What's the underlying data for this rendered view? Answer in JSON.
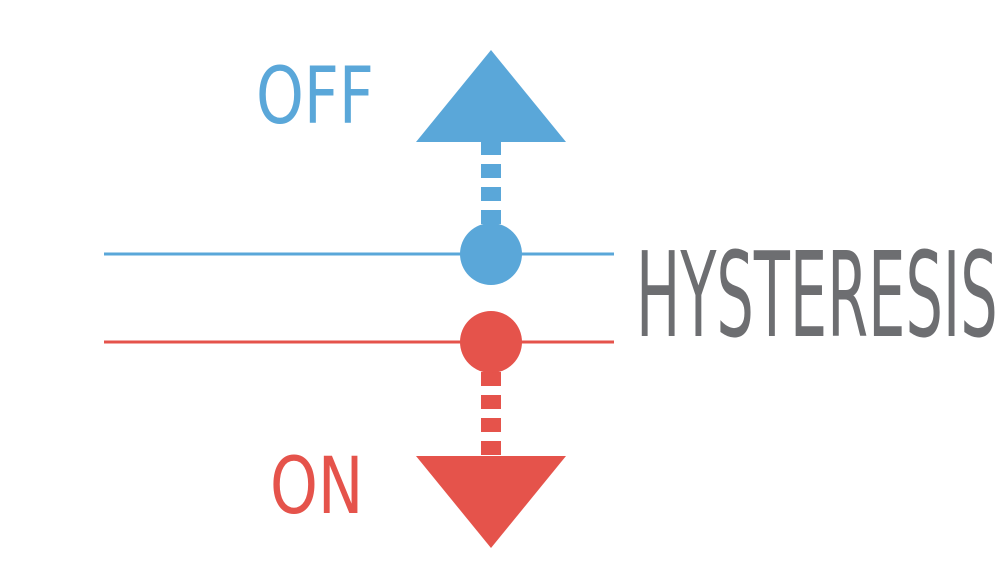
{
  "labels": {
    "off": "OFF",
    "on": "ON",
    "hysteresis": "HYSTERESIS"
  },
  "colors": {
    "off": "#5aa7d9",
    "on": "#e5534b",
    "hysteresis": "#6d6e71"
  },
  "icons": {
    "off_arrow": "arrow-up-icon",
    "on_arrow": "arrow-down-icon"
  }
}
